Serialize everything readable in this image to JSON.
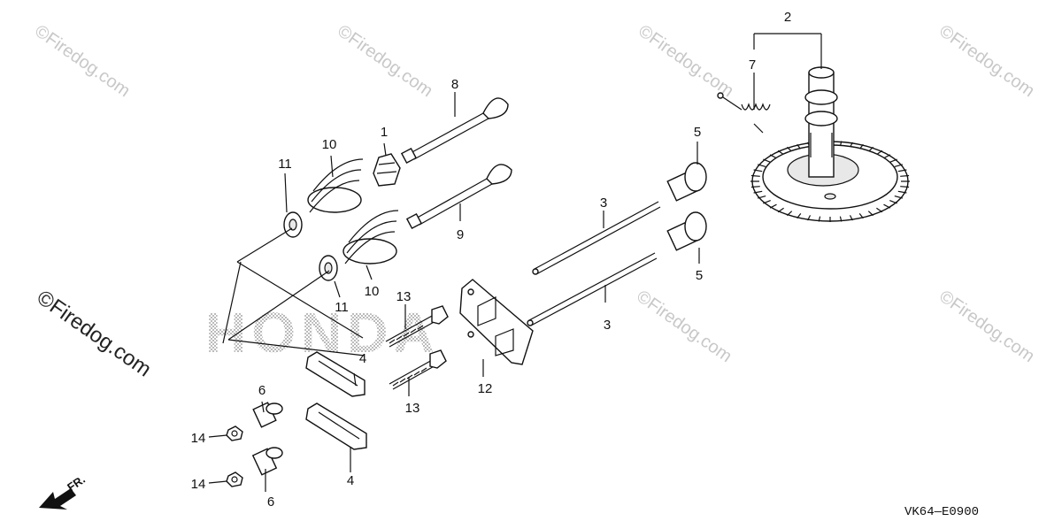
{
  "diagram": {
    "brand_watermark": "HONDA",
    "diagram_code": "VK64—E0900",
    "front_label": "FR.",
    "watermark_text": "©Firedog.com"
  },
  "callouts": {
    "c1": "1",
    "c2": "2",
    "c3a": "3",
    "c3b": "3",
    "c4a": "4",
    "c4b": "4",
    "c5a": "5",
    "c5b": "5",
    "c6a": "6",
    "c6b": "6",
    "c7": "7",
    "c8": "8",
    "c9": "9",
    "c10a": "10",
    "c10b": "10",
    "c11a": "11",
    "c11b": "11",
    "c12": "12",
    "c13a": "13",
    "c13b": "13",
    "c14a": "14",
    "c14b": "14"
  },
  "icons": {
    "front_arrow": "front-arrow-icon"
  }
}
